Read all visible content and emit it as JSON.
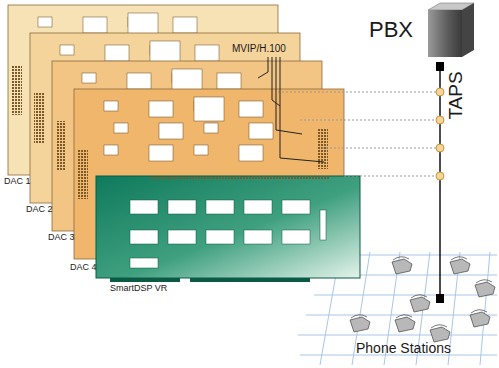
{
  "diagram": {
    "nodes": [
      {
        "text": [
          "PBX"
        ]
      },
      {
        "text": [
          "DAC 1"
        ]
      },
      {
        "text": [
          "DAC 2"
        ]
      },
      {
        "text": [
          "DAC 3"
        ]
      },
      {
        "text": [
          "DAC 4"
        ]
      },
      {
        "text": [
          "SmartDSP VR"
        ]
      },
      {
        "text": [
          "Phone Stations"
        ]
      }
    ],
    "edges": [
      {
        "from": 0,
        "to": 6,
        "arrow": "none"
      }
    ],
    "labels": [
      "MVIP/H.100",
      "TAPS"
    ]
  }
}
